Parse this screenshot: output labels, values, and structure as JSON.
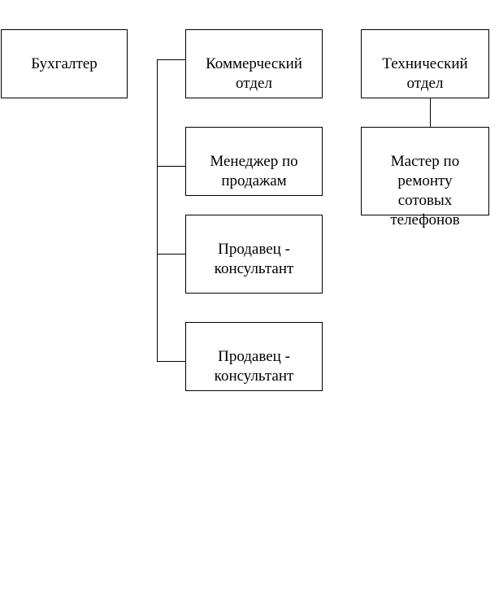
{
  "diagram": {
    "nodes": {
      "accountant": "Бухгалтер",
      "commercial_dept": "Коммерческий\nотдел",
      "technical_dept": "Технический\nотдел",
      "sales_manager": "Менеджер по\nпродажам",
      "sales_consultant_1": "Продавец -\nконсультант",
      "sales_consultant_2": "Продавец -\nконсультант",
      "repair_master": "Мастер по\nремонту\nсотовых\nтелефонов"
    },
    "edges": [
      {
        "from": "commercial_dept",
        "to": "sales_manager"
      },
      {
        "from": "commercial_dept",
        "to": "sales_consultant_1"
      },
      {
        "from": "commercial_dept",
        "to": "sales_consultant_2"
      },
      {
        "from": "technical_dept",
        "to": "repair_master"
      }
    ]
  }
}
